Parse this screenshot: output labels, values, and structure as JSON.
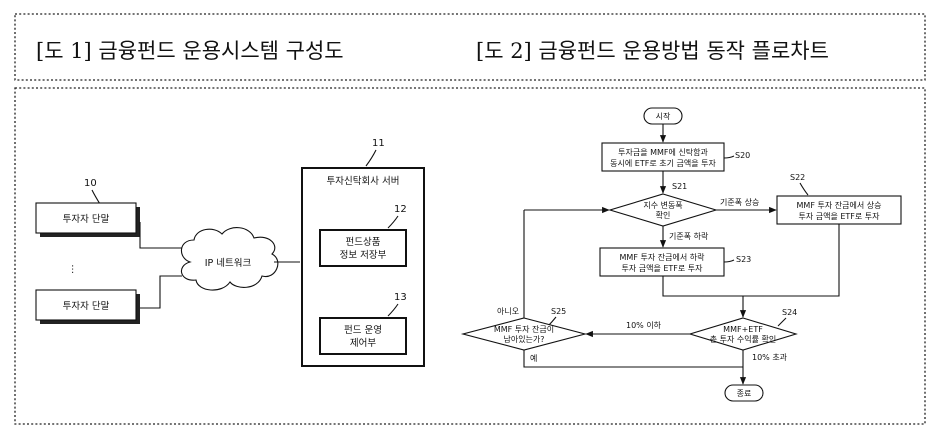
{
  "header": {
    "fig1_title": "[도 1] 금융펀드 운용시스템 구성도",
    "fig2_title": "[도 2] 금융펀드 운용방법 동작 플로차트"
  },
  "fig1": {
    "ref_terminal": "10",
    "terminal_1": "투자자 단말",
    "ellipsis": "⋮",
    "terminal_2": "투자자 단말",
    "network": "IP 네트워크",
    "ref_server": "11",
    "server_title": "투자신탁회사 서버",
    "ref_fund_db": "12",
    "fund_db_line1": "펀드상품",
    "fund_db_line2": "정보 저장부",
    "ref_fund_ctrl": "13",
    "fund_ctrl_line1": "펀드 운영",
    "fund_ctrl_line2": "제어부"
  },
  "fig2": {
    "start": "시작",
    "s20_line1": "투자금을 MMF에 신탁함과",
    "s20_line2": "동시에 ETF로 초기 금액을 투자",
    "s20_code": "S20",
    "s21_code": "S21",
    "s21_line1": "지수 변동폭",
    "s21_line2": "확인",
    "up_label": "기준폭 상승",
    "s22_code": "S22",
    "s22_line1": "MMF 투자 잔금에서 상승",
    "s22_line2": "투자 금액을 ETF로 투자",
    "down_label": "기준폭 하락",
    "s23_line1": "MMF 투자 잔금에서 하락",
    "s23_line2": "투자 금액을 ETF로 투자",
    "s23_code": "S23",
    "s24_code": "S24",
    "s24_line1": "MMF+ETF",
    "s24_line2": "총 투자 수익률 확인",
    "le10_label": "10% 이하",
    "gt10_label": "10% 초과",
    "no_label": "아니오",
    "s25_code": "S25",
    "s25_line1": "MMF 투자 잔금이",
    "s25_line2": "남아있는가?",
    "yes_label": "예",
    "end": "종료"
  }
}
